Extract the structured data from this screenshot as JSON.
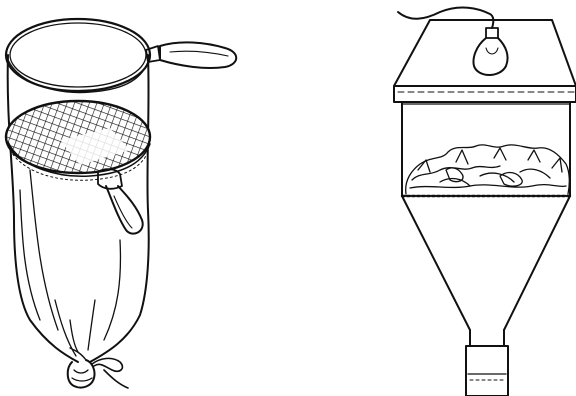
{
  "figure": {
    "background_color": "#ffffff",
    "ink_color": "#111111",
    "panels": [
      {
        "depicts": "sieve-bag-net",
        "parts": [
          "rim-ring",
          "rim-handle",
          "cloth-bag",
          "mesh-sieve",
          "sieve-handle",
          "tied-bag-end"
        ]
      },
      {
        "depicts": "berlese-funnel",
        "parts": [
          "power-cord",
          "light-bulb",
          "lamp-hood",
          "cylinder",
          "leaf-litter",
          "support-screen",
          "funnel-cone",
          "collection-vial"
        ]
      }
    ]
  }
}
